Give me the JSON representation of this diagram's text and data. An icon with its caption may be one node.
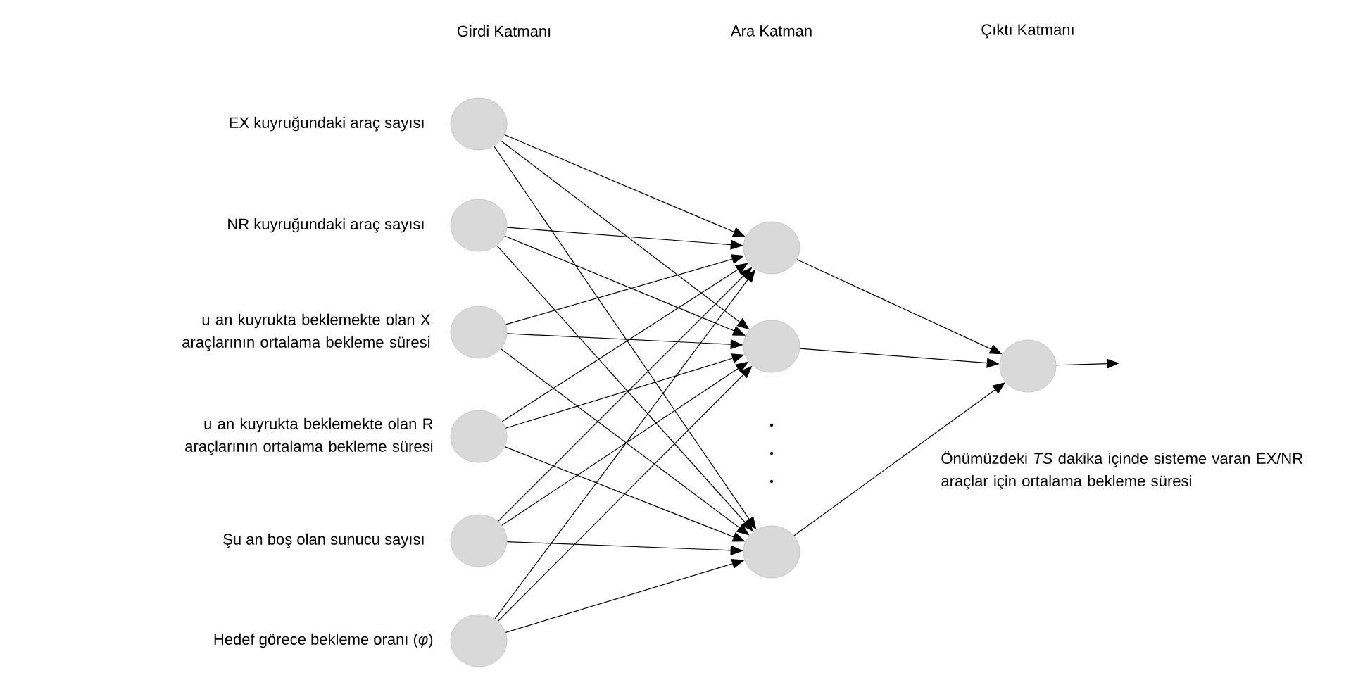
{
  "diagram": {
    "nodes": [
      {
        "text": [],
        "shape": "circle",
        "beside": [
          "EX kuyruğundaki araç sayısı"
        ]
      },
      {
        "text": [],
        "shape": "circle",
        "beside": [
          "NR kuyruğundaki araç sayısı"
        ]
      },
      {
        "text": [],
        "shape": "circle",
        "beside": [
          "u an kuyrukta beklemekte olan X araçlarının ortalama bekleme süresi"
        ]
      },
      {
        "text": [],
        "shape": "circle",
        "beside": [
          "u an kuyrukta beklemekte olan R araçlarının ortalama bekleme süresi"
        ]
      },
      {
        "text": [],
        "shape": "circle",
        "beside": [
          "Şu an boş olan sunucu sayısı"
        ]
      },
      {
        "text": [],
        "shape": "circle",
        "beside": [
          "Hedef görece bekleme oranı (*φ*)"
        ]
      },
      {
        "text": [],
        "shape": "circle"
      },
      {
        "text": [],
        "shape": "circle"
      },
      {
        "text": [],
        "shape": "circle"
      },
      {
        "text": [],
        "shape": "circle",
        "beside": [
          "Önümüzdeki *TS* dakika içinde sisteme varan EX/NR araçlar için ortalama bekleme süresi"
        ]
      }
    ],
    "edges": [
      {
        "from": 0,
        "to": 6,
        "arrow": "to"
      },
      {
        "from": 0,
        "to": 7,
        "arrow": "to"
      },
      {
        "from": 0,
        "to": 8,
        "arrow": "to"
      },
      {
        "from": 1,
        "to": 6,
        "arrow": "to"
      },
      {
        "from": 1,
        "to": 7,
        "arrow": "to"
      },
      {
        "from": 1,
        "to": 8,
        "arrow": "to"
      },
      {
        "from": 2,
        "to": 6,
        "arrow": "to"
      },
      {
        "from": 2,
        "to": 7,
        "arrow": "to"
      },
      {
        "from": 2,
        "to": 8,
        "arrow": "to"
      },
      {
        "from": 3,
        "to": 6,
        "arrow": "to"
      },
      {
        "from": 3,
        "to": 7,
        "arrow": "to"
      },
      {
        "from": 3,
        "to": 8,
        "arrow": "to"
      },
      {
        "from": 4,
        "to": 6,
        "arrow": "to"
      },
      {
        "from": 4,
        "to": 7,
        "arrow": "to"
      },
      {
        "from": 4,
        "to": 8,
        "arrow": "to"
      },
      {
        "from": 5,
        "to": 6,
        "arrow": "to"
      },
      {
        "from": 5,
        "to": 7,
        "arrow": "to"
      },
      {
        "from": 5,
        "to": 8,
        "arrow": "to"
      },
      {
        "from": 6,
        "to": 9,
        "arrow": "to"
      },
      {
        "from": 7,
        "to": 9,
        "arrow": "to"
      },
      {
        "from": 8,
        "to": 9,
        "arrow": "to"
      },
      {
        "from": 9,
        "to": null,
        "arrow": "to"
      }
    ],
    "labels": [
      "Girdi Katmanı",
      "Ara Katman",
      "Çıktı Katmanı"
    ]
  }
}
